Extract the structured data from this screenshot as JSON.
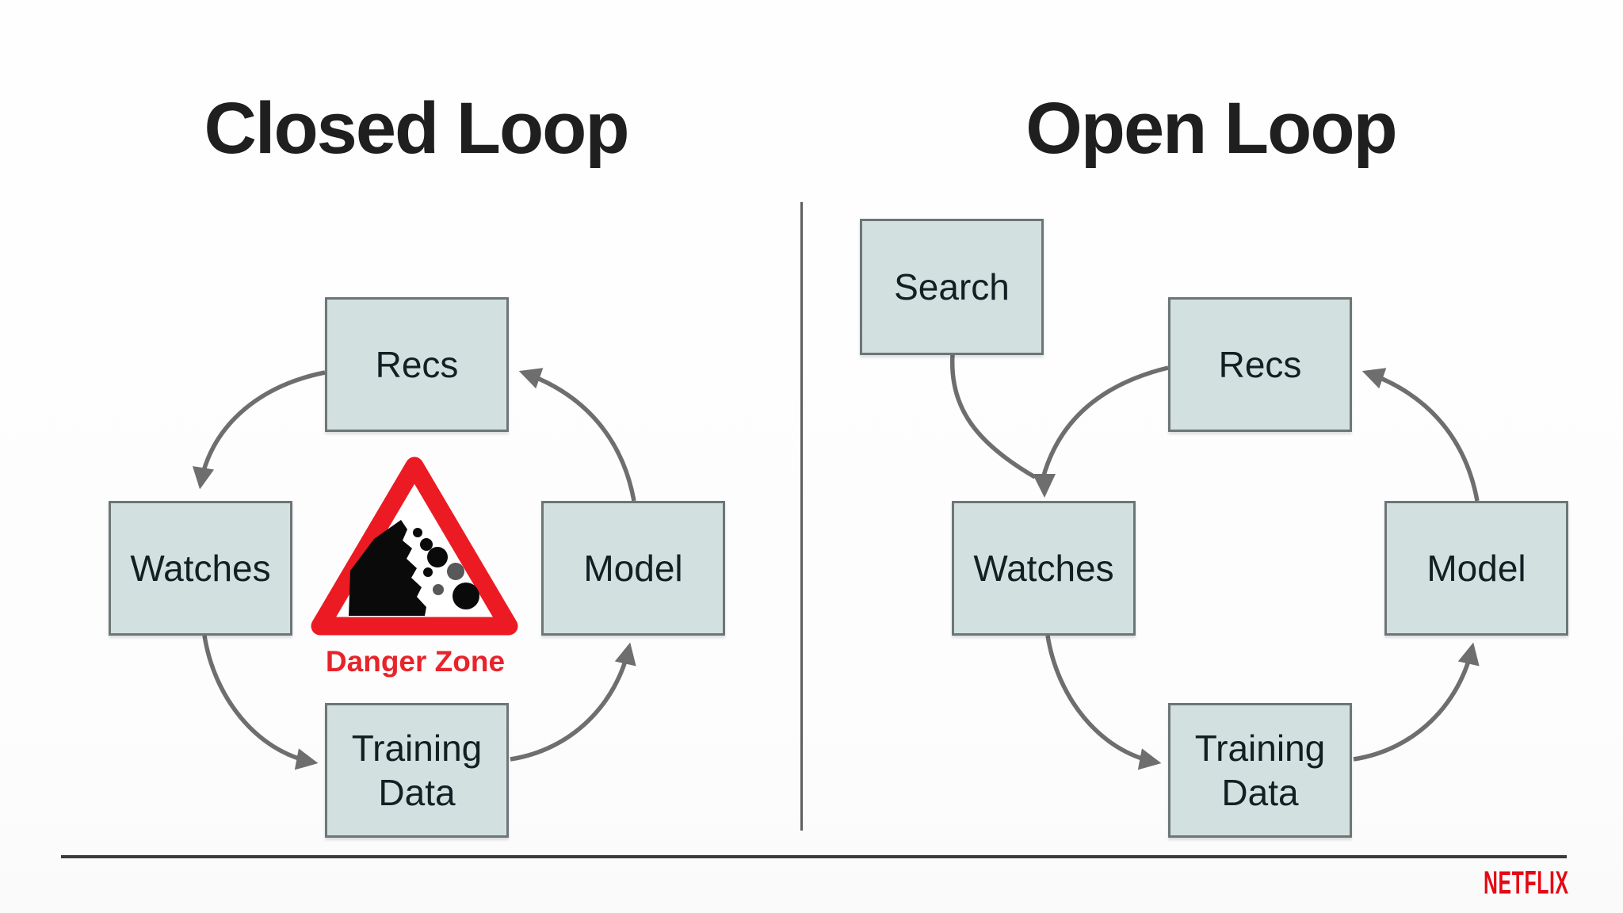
{
  "slide": {
    "background": "#fdfdfd"
  },
  "closed": {
    "title": "Closed Loop",
    "nodes": [
      {
        "id": "recs",
        "label": "Recs"
      },
      {
        "id": "watches",
        "label": "Watches"
      },
      {
        "id": "model",
        "label": "Model"
      },
      {
        "id": "training",
        "label": "Training Data"
      }
    ],
    "edges": [
      {
        "from": "Recs",
        "to": "Watches"
      },
      {
        "from": "Watches",
        "to": "Training Data"
      },
      {
        "from": "Training Data",
        "to": "Model"
      },
      {
        "from": "Model",
        "to": "Recs"
      }
    ],
    "danger_label": "Danger Zone",
    "danger_icon": "falling-rocks-warning-sign"
  },
  "open": {
    "title": "Open Loop",
    "nodes": [
      {
        "id": "search",
        "label": "Search"
      },
      {
        "id": "recs",
        "label": "Recs"
      },
      {
        "id": "watches",
        "label": "Watches"
      },
      {
        "id": "model",
        "label": "Model"
      },
      {
        "id": "training",
        "label": "Training Data"
      }
    ],
    "edges": [
      {
        "from": "Search",
        "to": "Watches"
      },
      {
        "from": "Recs",
        "to": "Watches"
      },
      {
        "from": "Watches",
        "to": "Training Data"
      },
      {
        "from": "Training Data",
        "to": "Model"
      },
      {
        "from": "Model",
        "to": "Recs"
      }
    ]
  },
  "footer": {
    "brand": "NETFLIX"
  },
  "colors": {
    "box_fill": "#d2e0e0",
    "box_border": "#6d7677",
    "arrow": "#6e6e6e",
    "danger_red": "#e8232a",
    "sign_red": "#ec1b23",
    "netflix_red": "#e50914",
    "title_color": "#1f1f1f",
    "label_color": "#132023"
  }
}
